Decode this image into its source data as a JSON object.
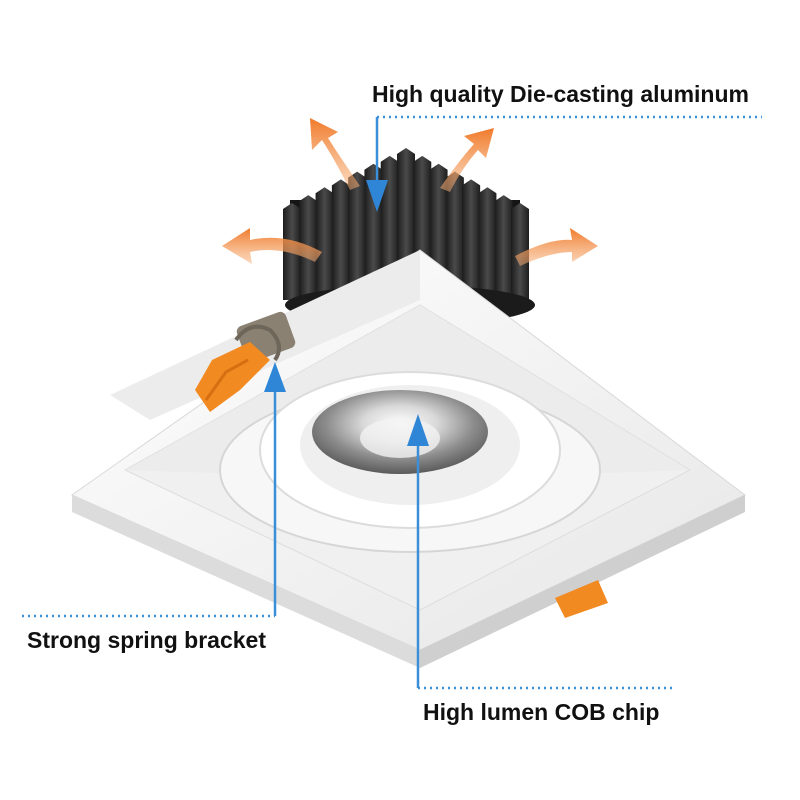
{
  "callouts": {
    "heatsink": {
      "label": "High quality Die-casting aluminum"
    },
    "spring": {
      "label": "Strong spring bracket"
    },
    "cob": {
      "label": "High lumen COB chip"
    }
  },
  "colors": {
    "callout_line": "#3a8fd8",
    "arrow_blue": "#2f86d6",
    "heat_arrow": "#f07a2a",
    "heatsink": "#2a2a2a",
    "housing": "#f4f4f4",
    "clip": "#f28a22",
    "text": "#111111"
  },
  "icons": [
    "heat-flow-arrow-icon",
    "callout-pointer-arrow-icon"
  ]
}
